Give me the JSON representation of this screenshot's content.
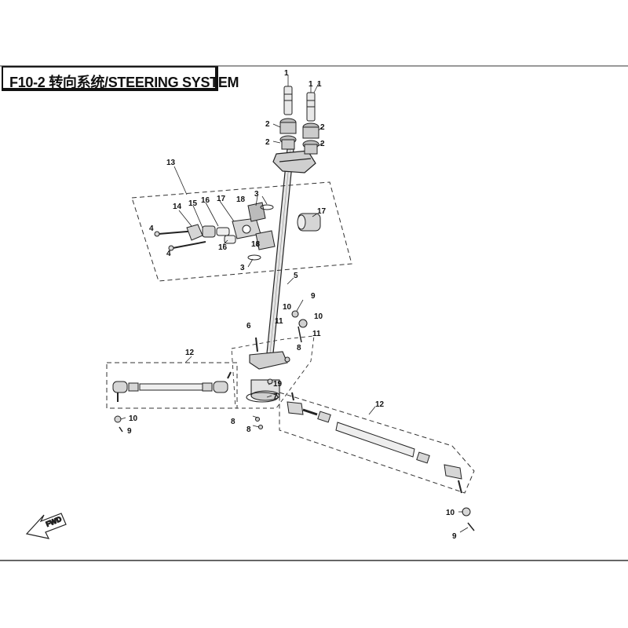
{
  "header": {
    "title": "F10-2  转向系统/STEERING SYSTEM"
  },
  "direction_marker": {
    "label": "FWD"
  },
  "callouts": [
    "1",
    "1",
    "1",
    "2",
    "2",
    "2",
    "2",
    "13",
    "3",
    "3",
    "18",
    "18",
    "14",
    "15",
    "16",
    "17",
    "17",
    "16",
    "4",
    "4",
    "5",
    "9",
    "10",
    "10",
    "11",
    "11",
    "6",
    "8",
    "12",
    "12",
    "19",
    "7",
    "8",
    "8",
    "10",
    "9",
    "10",
    "9"
  ],
  "colors": {
    "line": "#222222",
    "part_fill": "#d9d9d9",
    "background": "#ffffff"
  }
}
